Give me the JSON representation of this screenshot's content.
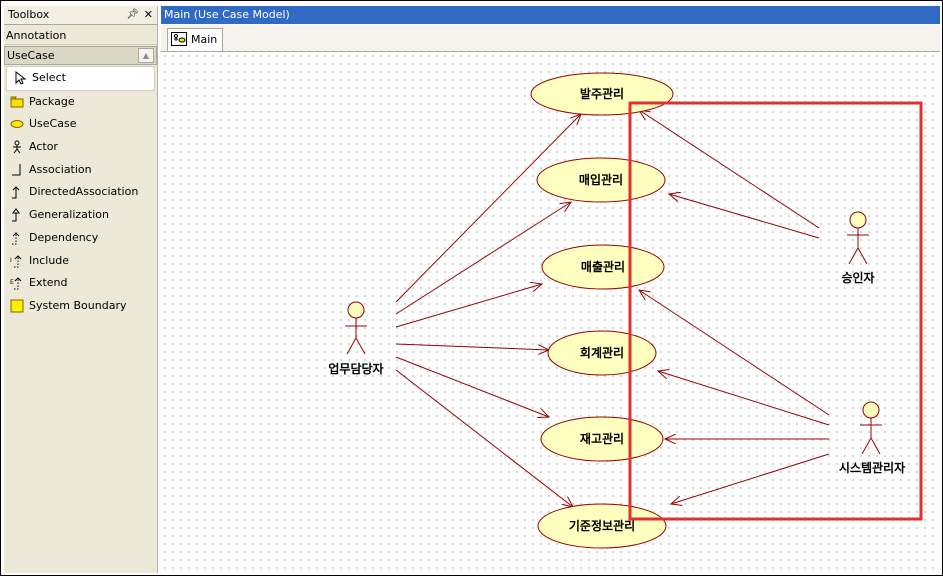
{
  "toolbox": {
    "title": "Toolbox",
    "pin_icon": "pin-icon",
    "close_icon": "close-icon",
    "groups": [
      {
        "label": "Annotation"
      },
      {
        "label": "UseCase"
      }
    ],
    "tools": [
      {
        "label": "Select",
        "icon": "pointer-icon"
      },
      {
        "label": "Package",
        "icon": "folder-icon"
      },
      {
        "label": "UseCase",
        "icon": "ellipse-icon"
      },
      {
        "label": "Actor",
        "icon": "actor-icon"
      },
      {
        "label": "Association",
        "icon": "association-icon"
      },
      {
        "label": "DirectedAssociation",
        "icon": "directed-association-icon"
      },
      {
        "label": "Generalization",
        "icon": "generalization-icon"
      },
      {
        "label": "Dependency",
        "icon": "dependency-icon"
      },
      {
        "label": "Include",
        "icon": "include-icon"
      },
      {
        "label": "Extend",
        "icon": "extend-icon"
      },
      {
        "label": "System Boundary",
        "icon": "boundary-icon"
      }
    ]
  },
  "editor": {
    "title": "Main (Use Case Model)",
    "tab_label": "Main"
  },
  "diagram": {
    "use_cases": [
      {
        "label": "발주관리"
      },
      {
        "label": "매입관리"
      },
      {
        "label": "매출관리"
      },
      {
        "label": "회계관리"
      },
      {
        "label": "재고관리"
      },
      {
        "label": "기준정보관리"
      }
    ],
    "actors": [
      {
        "label": "업무담당자"
      },
      {
        "label": "승인자"
      },
      {
        "label": "시스템관리자"
      }
    ],
    "colors": {
      "usecase_fill": "#ffffc0",
      "usecase_stroke": "#990000",
      "arrow": "#990000",
      "highlight": "#e03030"
    }
  }
}
